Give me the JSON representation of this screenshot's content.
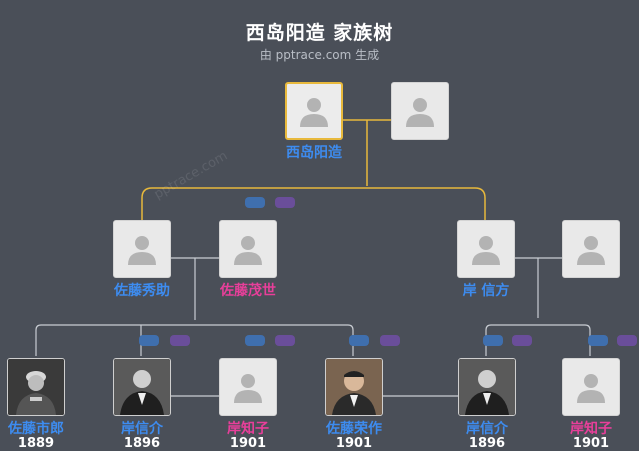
{
  "title": "西岛阳造 家族树",
  "subtitle": "由 pptrace.com 生成",
  "watermark": "pptrace.com",
  "colors": {
    "background": "#4a4f58",
    "male": "#3d8cf0",
    "female": "#e83f9a",
    "focus_line": "#e8b93c",
    "line": "#c9cdd3"
  },
  "people": [
    {
      "id": "nishijima",
      "name": "西岛阳造",
      "year": "",
      "gender": "male",
      "photo": "",
      "selected": true
    },
    {
      "id": "spouse-top",
      "name": "",
      "year": "",
      "gender": "",
      "photo": ""
    },
    {
      "id": "sato-hidesuke",
      "name": "佐藤秀助",
      "year": "",
      "gender": "male",
      "photo": ""
    },
    {
      "id": "sato-moyo",
      "name": "佐藤茂世",
      "year": "",
      "gender": "female",
      "photo": ""
    },
    {
      "id": "kishi-nobukata",
      "name": "岸 信方",
      "year": "",
      "gender": "male",
      "photo": ""
    },
    {
      "id": "kishi-spouse",
      "name": "",
      "year": "",
      "gender": "",
      "photo": ""
    },
    {
      "id": "sato-ichiro",
      "name": "佐藤市郎",
      "year": "1889",
      "gender": "male",
      "photo": "bw"
    },
    {
      "id": "kishi-nobusuke-1",
      "name": "岸信介",
      "year": "1896",
      "gender": "male",
      "photo": "bw"
    },
    {
      "id": "kishi-tomoko-1",
      "name": "岸知子",
      "year": "1901",
      "gender": "female",
      "photo": ""
    },
    {
      "id": "sato-eisaku",
      "name": "佐藤荣作",
      "year": "1901",
      "gender": "male",
      "photo": "color"
    },
    {
      "id": "kishi-nobusuke-2",
      "name": "岸信介",
      "year": "1896",
      "gender": "male",
      "photo": "bw"
    },
    {
      "id": "kishi-tomoko-2",
      "name": "岸知子",
      "year": "1901",
      "gender": "female",
      "photo": ""
    }
  ]
}
